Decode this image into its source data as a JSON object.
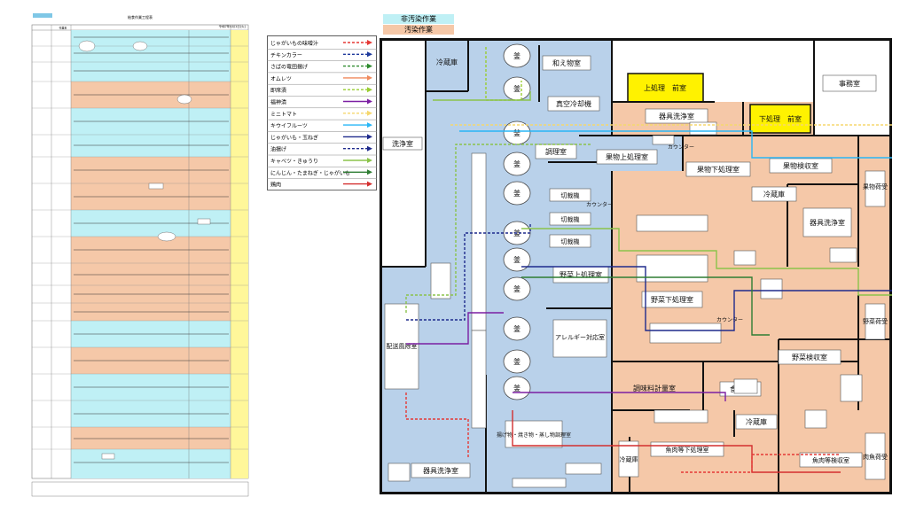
{
  "chart_title": "給食作業工程表",
  "chart_date": "令和7年4月1日(火)",
  "chart_header_left": "作業名",
  "legend": [
    {
      "label": "じゃがいもの味噌汁",
      "color": "#e53935",
      "dashed": true
    },
    {
      "label": "チキンカラー",
      "color": "#1e3a9c",
      "dashed": true
    },
    {
      "label": "さばの竜田揚げ",
      "color": "#2e8b2e",
      "dashed": true
    },
    {
      "label": "オムレツ",
      "color": "#f08a5d",
      "dashed": false
    },
    {
      "label": "即席漬",
      "color": "#9acd32",
      "dashed": true
    },
    {
      "label": "福神漬",
      "color": "#7b1fa2",
      "dashed": false
    },
    {
      "label": "ミニトマト",
      "color": "#f5d76e",
      "dashed": true
    },
    {
      "label": "キウイフルーツ",
      "color": "#29b6f6",
      "dashed": false
    },
    {
      "label": "じゃがいも・玉ねぎ",
      "color": "#1e2a8c",
      "dashed": false
    },
    {
      "label": "油揚げ",
      "color": "#1e2a8c",
      "dashed": true
    },
    {
      "label": "キャベツ・きゅうり",
      "color": "#8bc34a",
      "dashed": false
    },
    {
      "label": "にんじん・たまねぎ・じゃがいも",
      "color": "#2e7d32",
      "dashed": false
    },
    {
      "label": "鶏肉",
      "color": "#d32f2f",
      "dashed": false
    }
  ],
  "area_legend": {
    "clean": "非汚染作業",
    "dirty": "汚染作業"
  },
  "colors": {
    "clean": "#bff0f5",
    "dirty": "#f5c8a8",
    "floor_blue": "#b9d1ea",
    "yellow": "#fff200"
  },
  "rooms": {
    "wash_room": "洗浄室",
    "fridge_top": "冷蔵庫",
    "aemono": "和え物室",
    "vacuum": "真空冷却機",
    "kamado_label": "釜",
    "cooking": "調理室",
    "upper_front": "上処理　前室",
    "tool_wash_top": "器具洗浄室",
    "lower_front": "下処理　前室",
    "office": "事務室",
    "fruit_upper": "果物上処理室",
    "fruit_lower": "果物下処理室",
    "fruit_receive": "果物検収室",
    "fruit_loading": "果物荷受",
    "cutter": "切裁機",
    "counter_v": "カウンター",
    "fridge_mid": "冷蔵庫",
    "tool_wash_mid": "器具洗浄室",
    "veg_upper": "野菜上処理室",
    "veg_lower": "野菜下処理室",
    "allergy": "アレルギー対応室",
    "delivery": "配送風除室",
    "veg_loading": "野菜荷受",
    "veg_receive": "野菜検収室",
    "seasoning": "調味料計量室",
    "food_store": "食品庫",
    "fry": "揚げ物・焼き物・蒸し物調理室",
    "tool_wash_bottom": "器具洗浄室",
    "fridge_bottom": "冷蔵庫",
    "meat_lower": "魚肉等下処理室",
    "meat_receive": "魚肉等検収室",
    "meat_loading": "肉魚荷受",
    "fridge_bottom2": "冷蔵庫"
  }
}
